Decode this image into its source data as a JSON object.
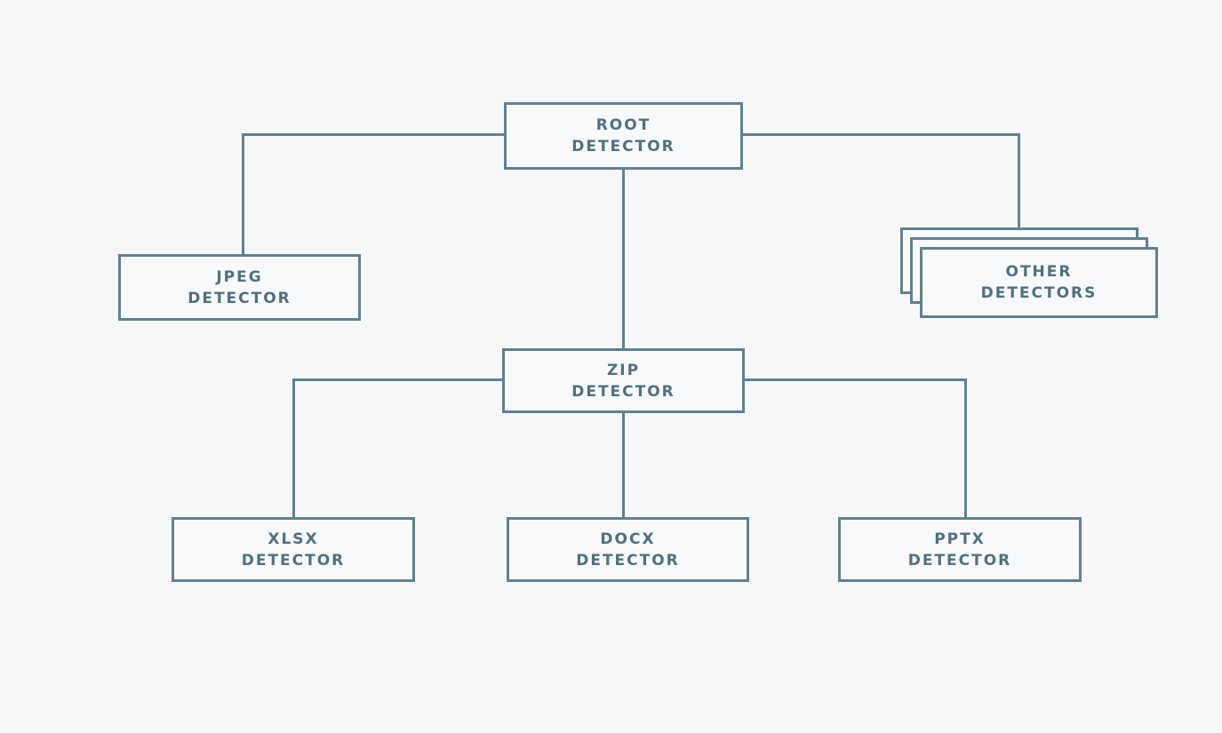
{
  "diagram": {
    "type": "hierarchy-flowchart",
    "colors": {
      "background": "#f5f7f9",
      "box_fill": "#f7f9fb",
      "box_border": "#64808e",
      "connector_line": "#64808e",
      "label_text": "#52707f"
    },
    "nodes": {
      "root": {
        "line1": "ROOT",
        "line2": "DETECTOR"
      },
      "jpeg": {
        "line1": "JPEG",
        "line2": "DETECTOR"
      },
      "other": {
        "line1": "OTHER",
        "line2": "DETECTORS",
        "style": "stacked-multiple"
      },
      "zip": {
        "line1": "ZIP",
        "line2": "DETECTOR"
      },
      "xlsx": {
        "line1": "XLSX",
        "line2": "DETECTOR"
      },
      "docx": {
        "line1": "DOCX",
        "line2": "DETECTOR"
      },
      "pptx": {
        "line1": "PPTX",
        "line2": "DETECTOR"
      }
    },
    "edges": [
      {
        "from": "root",
        "to": "jpeg"
      },
      {
        "from": "root",
        "to": "other"
      },
      {
        "from": "root",
        "to": "zip"
      },
      {
        "from": "zip",
        "to": "xlsx"
      },
      {
        "from": "zip",
        "to": "docx"
      },
      {
        "from": "zip",
        "to": "pptx"
      }
    ]
  }
}
